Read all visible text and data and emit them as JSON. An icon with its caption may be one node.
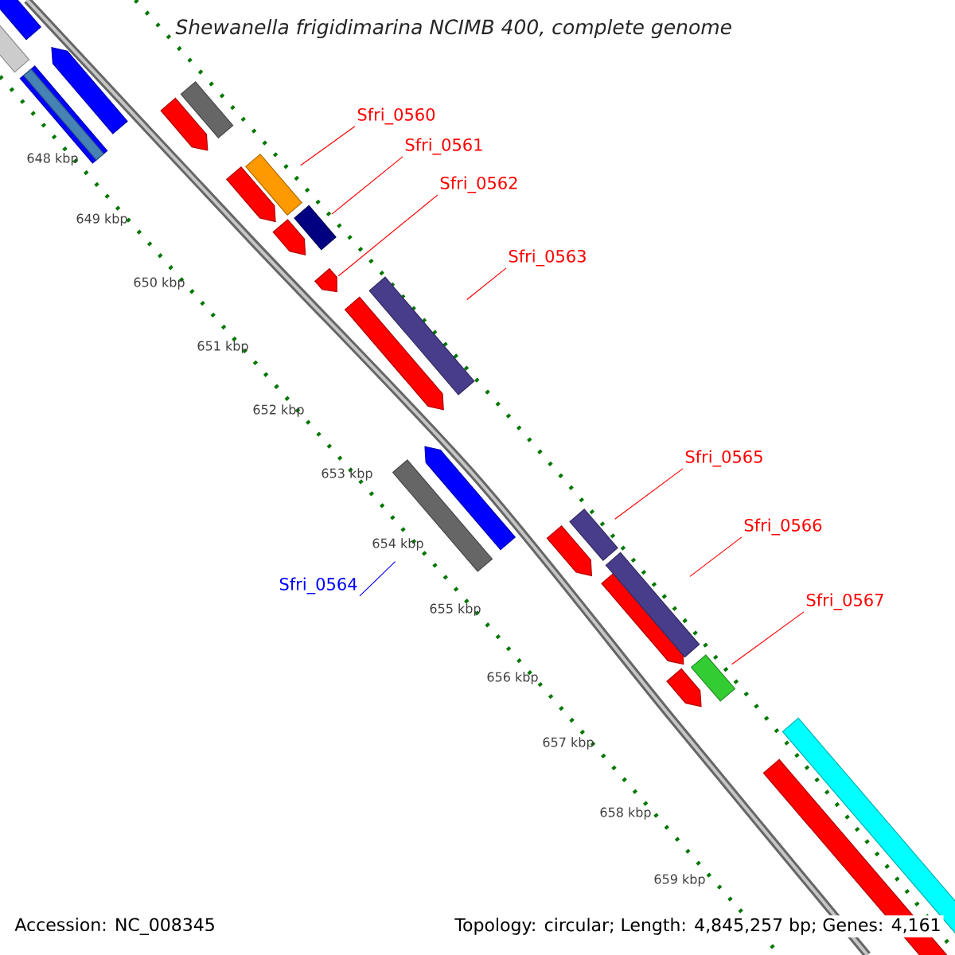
{
  "diagram": {
    "title": "Shewanella frigidimarina NCIMB 400, complete genome",
    "nodes": [
      {
        "text": [
          "Sfri_0560"
        ]
      },
      {
        "text": [
          "Sfri_0561"
        ]
      },
      {
        "text": [
          "Sfri_0562"
        ]
      },
      {
        "text": [
          "Sfri_0563"
        ]
      },
      {
        "text": [
          "Sfri_0564"
        ]
      },
      {
        "text": [
          "Sfri_0565"
        ]
      },
      {
        "text": [
          "Sfri_0566"
        ]
      },
      {
        "text": [
          "Sfri_0567"
        ]
      },
      {
        "text": [],
        "shape": "bar"
      },
      {
        "text": [],
        "shape": "bar"
      },
      {
        "text": [],
        "shape": "bar"
      },
      {
        "text": [],
        "shape": "bar"
      },
      {
        "text": [],
        "shape": "bar"
      },
      {
        "text": [],
        "shape": "bar"
      },
      {
        "text": [],
        "shape": "bar"
      },
      {
        "text": [],
        "shape": "bar"
      }
    ],
    "edges": [
      {
        "from": 0,
        "to": 8,
        "arrow": "none"
      },
      {
        "from": 1,
        "to": 9,
        "arrow": "none"
      },
      {
        "from": 2,
        "to": 10,
        "arrow": "none"
      },
      {
        "from": 3,
        "to": 11,
        "arrow": "none"
      },
      {
        "from": 4,
        "to": 12,
        "arrow": "none",
        "color": "#0000ff"
      },
      {
        "from": 5,
        "to": 13,
        "arrow": "none"
      },
      {
        "from": 6,
        "to": 14,
        "arrow": "none"
      },
      {
        "from": 7,
        "to": 15,
        "arrow": "none"
      }
    ],
    "labels": [
      "648 kbp",
      "649 kbp",
      "650 kbp",
      "651 kbp",
      "652 kbp",
      "653 kbp",
      "654 kbp",
      "655 kbp",
      "656 kbp",
      "657 kbp",
      "658 kbp",
      "659 kbp",
      "Accession: NC_008345",
      "Topology: circular; Length: 4,845,257 bp; Genes: 4,161"
    ]
  }
}
